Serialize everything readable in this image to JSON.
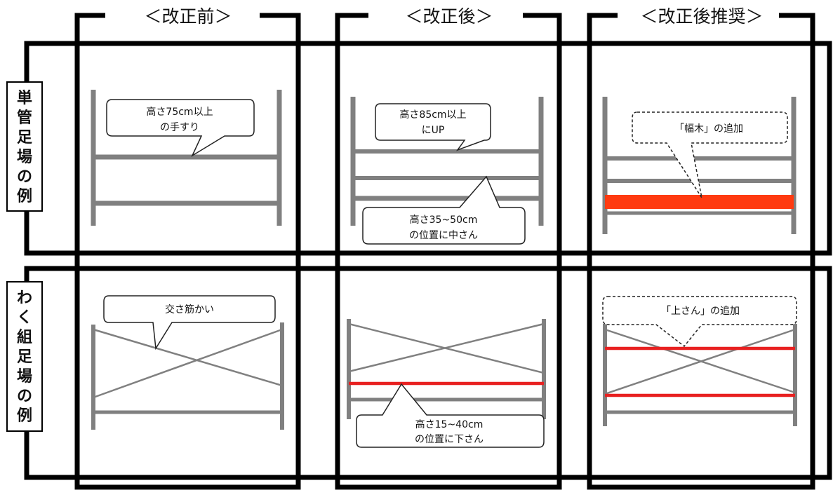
{
  "column_headers": [
    "＜改正前＞",
    "＜改正後＞",
    "＜改正後推奨＞"
  ],
  "row_labels": [
    [
      "単",
      "管",
      "足",
      "場",
      "の",
      "例"
    ],
    [
      "わ",
      "く",
      "組",
      "足",
      "場",
      "の",
      "例"
    ]
  ],
  "notes": {
    "r1c1": [
      "高さ75cm以上",
      "の手すり"
    ],
    "r1c2_top": [
      "高さ85cm以上",
      "にUP"
    ],
    "r1c2_bottom": [
      "高さ35~50cm",
      "の位置に中さん"
    ],
    "r1c3": "「幅木」の追加",
    "r2c1": "交さ筋かい",
    "r2c2": [
      "高さ15~40cm",
      "の位置に下さん"
    ],
    "r2c3": "「上さん」の追加"
  },
  "colors": {
    "frame": "#000000",
    "post": "#808080",
    "added_member": "#ff3a10",
    "added_rail": "#e82020"
  }
}
